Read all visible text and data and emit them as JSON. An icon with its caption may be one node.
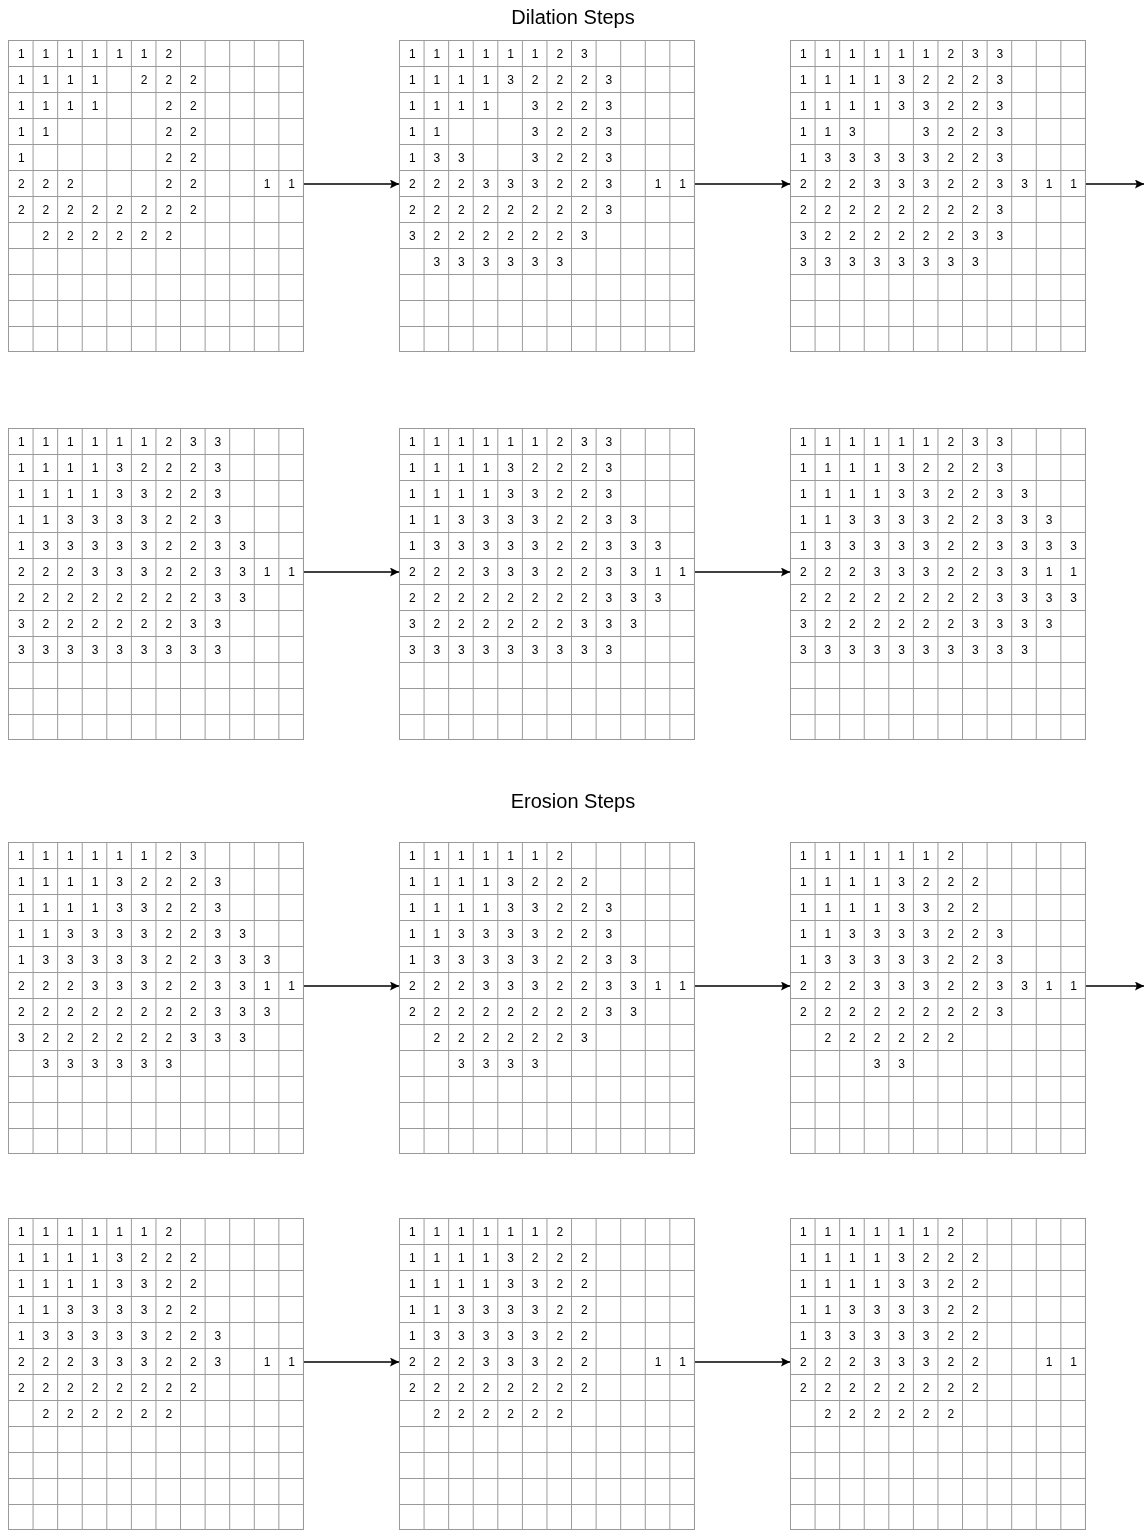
{
  "diagram": {
    "nodes": [
      {
        "text": [
          "1",
          "1",
          "1",
          "1",
          "1",
          "1",
          "2",
          "1",
          "1",
          "1",
          "1",
          "2",
          "2",
          "2",
          "1",
          "1",
          "1",
          "1",
          "2",
          "2",
          "1",
          "1",
          "2",
          "2",
          "1",
          "2",
          "2",
          "2",
          "2",
          "2",
          "2",
          "2",
          "1",
          "1",
          "2",
          "2",
          "2",
          "2",
          "2",
          "2",
          "2",
          "2",
          "2",
          "2",
          "2",
          "2",
          "2",
          "2"
        ]
      },
      {
        "text": [
          "1",
          "1",
          "1",
          "1",
          "1",
          "1",
          "2",
          "3",
          "1",
          "1",
          "1",
          "1",
          "3",
          "2",
          "2",
          "2",
          "3",
          "1",
          "1",
          "1",
          "1",
          "3",
          "2",
          "2",
          "3",
          "1",
          "1",
          "3",
          "2",
          "2",
          "3",
          "1",
          "3",
          "3",
          "3",
          "2",
          "2",
          "3",
          "2",
          "2",
          "2",
          "3",
          "3",
          "3",
          "2",
          "2",
          "3",
          "1",
          "1",
          "2",
          "2",
          "2",
          "2",
          "2",
          "2",
          "2",
          "2",
          "3",
          "3",
          "2",
          "2",
          "2",
          "2",
          "2",
          "2",
          "3",
          "3",
          "3",
          "3",
          "3",
          "3",
          "3"
        ]
      },
      {
        "text": [
          "1",
          "1",
          "1",
          "1",
          "1",
          "1",
          "2",
          "3",
          "3",
          "1",
          "1",
          "1",
          "1",
          "3",
          "2",
          "2",
          "2",
          "3",
          "1",
          "1",
          "1",
          "1",
          "3",
          "3",
          "2",
          "2",
          "3",
          "1",
          "1",
          "3",
          "3",
          "2",
          "2",
          "3",
          "1",
          "3",
          "3",
          "3",
          "3",
          "3",
          "2",
          "2",
          "3",
          "2",
          "2",
          "2",
          "3",
          "3",
          "3",
          "2",
          "2",
          "3",
          "3",
          "1",
          "1",
          "2",
          "2",
          "2",
          "2",
          "2",
          "2",
          "2",
          "2",
          "3",
          "3",
          "2",
          "2",
          "2",
          "2",
          "2",
          "2",
          "3",
          "3",
          "3",
          "3",
          "3",
          "3",
          "3",
          "3",
          "3",
          "3"
        ]
      },
      {
        "text": [
          "1",
          "1",
          "1",
          "1",
          "1",
          "1",
          "2",
          "3",
          "3",
          "1",
          "1",
          "1",
          "1",
          "3",
          "2",
          "2",
          "2",
          "3",
          "1",
          "1",
          "1",
          "1",
          "3",
          "3",
          "2",
          "2",
          "3",
          "1",
          "1",
          "3",
          "3",
          "3",
          "3",
          "2",
          "2",
          "3",
          "1",
          "3",
          "3",
          "3",
          "3",
          "3",
          "2",
          "2",
          "3",
          "3",
          "2",
          "2",
          "2",
          "3",
          "3",
          "3",
          "2",
          "2",
          "3",
          "3",
          "1",
          "1",
          "2",
          "2",
          "2",
          "2",
          "2",
          "2",
          "2",
          "2",
          "3",
          "3",
          "3",
          "2",
          "2",
          "2",
          "2",
          "2",
          "2",
          "3",
          "3",
          "3",
          "3",
          "3",
          "3",
          "3",
          "3",
          "3",
          "3",
          "3"
        ]
      },
      {
        "text": [
          "1",
          "1",
          "1",
          "1",
          "1",
          "1",
          "2",
          "3",
          "3",
          "1",
          "1",
          "1",
          "1",
          "3",
          "2",
          "2",
          "2",
          "3",
          "1",
          "1",
          "1",
          "1",
          "3",
          "3",
          "2",
          "2",
          "3",
          "1",
          "1",
          "3",
          "3",
          "3",
          "3",
          "2",
          "2",
          "3",
          "3",
          "1",
          "3",
          "3",
          "3",
          "3",
          "3",
          "2",
          "2",
          "3",
          "3",
          "3",
          "2",
          "2",
          "2",
          "3",
          "3",
          "3",
          "2",
          "2",
          "3",
          "3",
          "1",
          "1",
          "2",
          "2",
          "2",
          "2",
          "2",
          "2",
          "2",
          "2",
          "3",
          "3",
          "3",
          "3",
          "2",
          "2",
          "2",
          "2",
          "2",
          "2",
          "3",
          "3",
          "3",
          "3",
          "3",
          "3",
          "3",
          "3",
          "3",
          "3",
          "3",
          "3"
        ]
      },
      {
        "text": [
          "1",
          "1",
          "1",
          "1",
          "1",
          "1",
          "2",
          "3",
          "3",
          "1",
          "1",
          "1",
          "1",
          "3",
          "2",
          "2",
          "2",
          "3",
          "1",
          "1",
          "1",
          "1",
          "3",
          "3",
          "2",
          "2",
          "3",
          "3",
          "1",
          "1",
          "3",
          "3",
          "3",
          "3",
          "2",
          "2",
          "3",
          "3",
          "3",
          "1",
          "3",
          "3",
          "3",
          "3",
          "3",
          "2",
          "2",
          "3",
          "3",
          "3",
          "3",
          "2",
          "2",
          "2",
          "3",
          "3",
          "3",
          "2",
          "2",
          "3",
          "3",
          "1",
          "1",
          "2",
          "2",
          "2",
          "2",
          "2",
          "2",
          "2",
          "2",
          "3",
          "3",
          "3",
          "3",
          "3",
          "2",
          "2",
          "2",
          "2",
          "2",
          "2",
          "3",
          "3",
          "3",
          "3",
          "3",
          "3",
          "3",
          "3",
          "3",
          "3",
          "3",
          "3",
          "3",
          "3"
        ]
      },
      {
        "text": [
          "1",
          "1",
          "1",
          "1",
          "1",
          "1",
          "2",
          "3",
          "1",
          "1",
          "1",
          "1",
          "3",
          "2",
          "2",
          "2",
          "3",
          "1",
          "1",
          "1",
          "1",
          "3",
          "3",
          "2",
          "2",
          "3",
          "1",
          "1",
          "3",
          "3",
          "3",
          "3",
          "2",
          "2",
          "3",
          "3",
          "1",
          "3",
          "3",
          "3",
          "3",
          "3",
          "2",
          "2",
          "3",
          "3",
          "3",
          "2",
          "2",
          "2",
          "3",
          "3",
          "3",
          "2",
          "2",
          "3",
          "3",
          "1",
          "1",
          "2",
          "2",
          "2",
          "2",
          "2",
          "2",
          "2",
          "2",
          "3",
          "3",
          "3",
          "3",
          "2",
          "2",
          "2",
          "2",
          "2",
          "2",
          "3",
          "3",
          "3",
          "3",
          "3",
          "3",
          "3",
          "3",
          "3"
        ]
      },
      {
        "text": [
          "1",
          "1",
          "1",
          "1",
          "1",
          "1",
          "2",
          "1",
          "1",
          "1",
          "1",
          "3",
          "2",
          "2",
          "2",
          "1",
          "1",
          "1",
          "1",
          "3",
          "3",
          "2",
          "2",
          "3",
          "1",
          "1",
          "3",
          "3",
          "3",
          "3",
          "2",
          "2",
          "3",
          "1",
          "3",
          "3",
          "3",
          "3",
          "3",
          "2",
          "2",
          "3",
          "3",
          "2",
          "2",
          "2",
          "3",
          "3",
          "3",
          "2",
          "2",
          "3",
          "3",
          "1",
          "1",
          "2",
          "2",
          "2",
          "2",
          "2",
          "2",
          "2",
          "2",
          "3",
          "3",
          "2",
          "2",
          "2",
          "2",
          "2",
          "2",
          "3",
          "3",
          "3",
          "3",
          "3"
        ]
      },
      {
        "text": [
          "1",
          "1",
          "1",
          "1",
          "1",
          "1",
          "2",
          "1",
          "1",
          "1",
          "1",
          "3",
          "2",
          "2",
          "2",
          "1",
          "1",
          "1",
          "1",
          "3",
          "3",
          "2",
          "2",
          "1",
          "1",
          "3",
          "3",
          "3",
          "3",
          "2",
          "2",
          "3",
          "1",
          "3",
          "3",
          "3",
          "3",
          "3",
          "2",
          "2",
          "3",
          "2",
          "2",
          "2",
          "3",
          "3",
          "3",
          "2",
          "2",
          "3",
          "3",
          "1",
          "1",
          "2",
          "2",
          "2",
          "2",
          "2",
          "2",
          "2",
          "2",
          "3",
          "2",
          "2",
          "2",
          "2",
          "2",
          "2",
          "3",
          "3"
        ]
      },
      {
        "text": [
          "1",
          "1",
          "1",
          "1",
          "1",
          "1",
          "2",
          "1",
          "1",
          "1",
          "1",
          "3",
          "2",
          "2",
          "2",
          "1",
          "1",
          "1",
          "1",
          "3",
          "3",
          "2",
          "2",
          "1",
          "1",
          "3",
          "3",
          "3",
          "3",
          "2",
          "2",
          "1",
          "3",
          "3",
          "3",
          "3",
          "3",
          "2",
          "2",
          "3",
          "2",
          "2",
          "2",
          "3",
          "3",
          "3",
          "2",
          "2",
          "3",
          "1",
          "1",
          "2",
          "2",
          "2",
          "2",
          "2",
          "2",
          "2",
          "2",
          "2",
          "2",
          "2",
          "2",
          "2",
          "2"
        ]
      },
      {
        "text": [
          "1",
          "1",
          "1",
          "1",
          "1",
          "1",
          "2",
          "1",
          "1",
          "1",
          "1",
          "3",
          "2",
          "2",
          "2",
          "1",
          "1",
          "1",
          "1",
          "3",
          "3",
          "2",
          "2",
          "1",
          "1",
          "3",
          "3",
          "3",
          "3",
          "2",
          "2",
          "1",
          "3",
          "3",
          "3",
          "3",
          "3",
          "2",
          "2",
          "2",
          "2",
          "2",
          "3",
          "3",
          "3",
          "2",
          "2",
          "1",
          "1",
          "2",
          "2",
          "2",
          "2",
          "2",
          "2",
          "2",
          "2",
          "2",
          "2",
          "2",
          "2",
          "2",
          "2"
        ]
      },
      {
        "text": [
          "1",
          "1",
          "1",
          "1",
          "1",
          "1",
          "2",
          "1",
          "1",
          "1",
          "1",
          "3",
          "2",
          "2",
          "2",
          "1",
          "1",
          "1",
          "1",
          "3",
          "3",
          "2",
          "2",
          "1",
          "1",
          "3",
          "3",
          "3",
          "3",
          "2",
          "2",
          "1",
          "3",
          "3",
          "3",
          "3",
          "3",
          "2",
          "2",
          "2",
          "2",
          "2",
          "3",
          "3",
          "3",
          "2",
          "2",
          "1",
          "1",
          "2",
          "2",
          "2",
          "2",
          "2",
          "2",
          "2",
          "2",
          "2",
          "2",
          "2",
          "2",
          "2",
          "2"
        ]
      }
    ],
    "edges": [
      {
        "from": 0,
        "to": 1,
        "arrow": "to"
      },
      {
        "from": 1,
        "to": 2,
        "arrow": "to"
      },
      {
        "from": 2,
        "to": null,
        "arrow": "to"
      },
      {
        "from": 3,
        "to": 4,
        "arrow": "to"
      },
      {
        "from": 4,
        "to": 5,
        "arrow": "to"
      },
      {
        "from": 6,
        "to": 7,
        "arrow": "to"
      },
      {
        "from": 7,
        "to": 8,
        "arrow": "to"
      },
      {
        "from": 8,
        "to": null,
        "arrow": "to"
      },
      {
        "from": 9,
        "to": 10,
        "arrow": "to"
      },
      {
        "from": 10,
        "to": 11,
        "arrow": "to"
      }
    ],
    "labels": [
      "Dilation Steps",
      "Erosion Steps"
    ]
  }
}
